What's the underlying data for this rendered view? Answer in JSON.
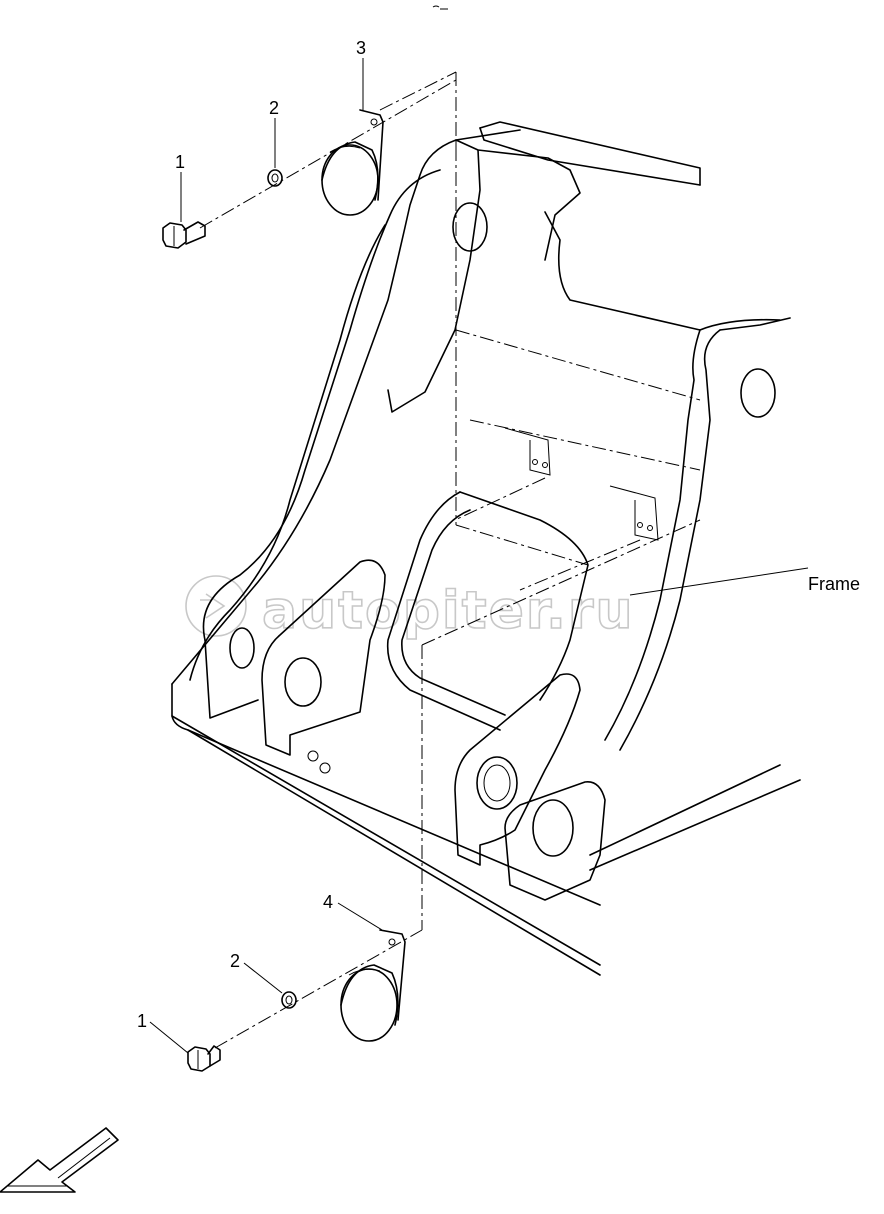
{
  "callouts": {
    "top_bolt": "1",
    "top_washer": "2",
    "top_horn": "3",
    "bottom_bolt": "1",
    "bottom_washer": "2",
    "bottom_horn": "4"
  },
  "frame_label": "Frame",
  "watermark": "autopiter.ru"
}
